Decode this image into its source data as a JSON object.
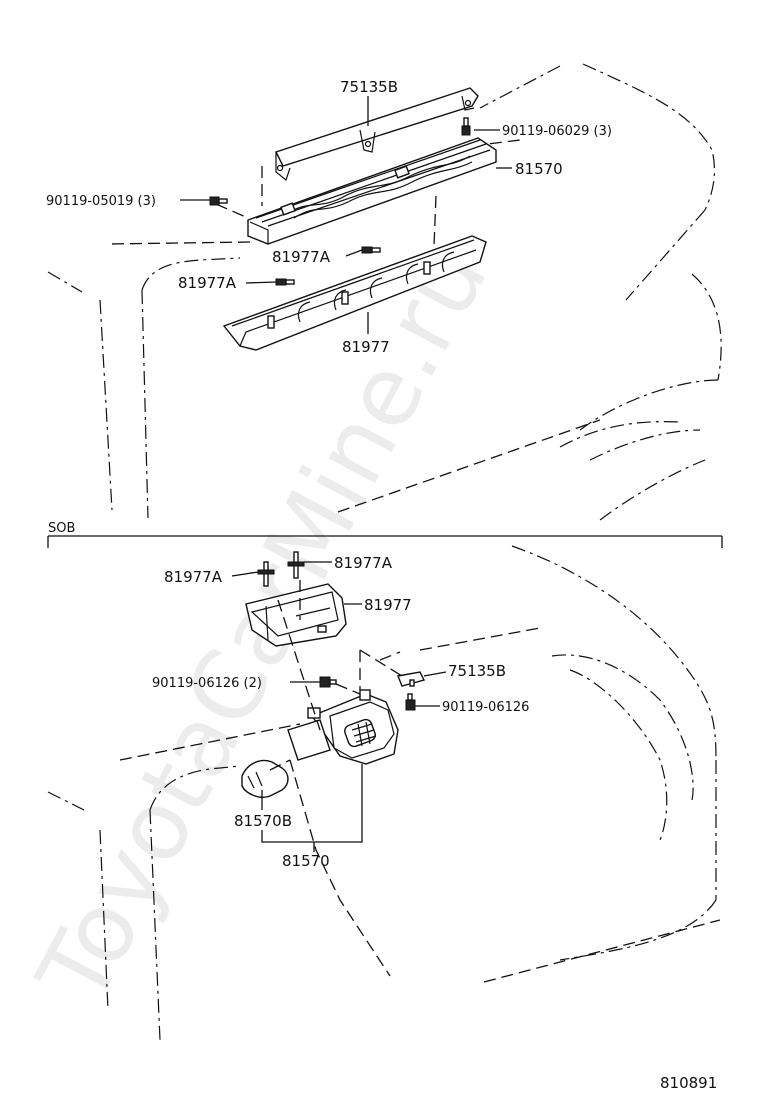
{
  "section_top": {
    "labels": {
      "bracket_top": "75135B",
      "screw_right": "90119-06029 (3)",
      "lamp_assy": "81570",
      "screw_left": "90119-05019 (3)",
      "clip_upper": "81977A",
      "clip_lower": "81977A",
      "cover": "81977"
    }
  },
  "section_bottom": {
    "header": "SOB",
    "labels": {
      "clip_left": "81977A",
      "clip_right": "81977A",
      "cover": "81977",
      "bracket": "75135B",
      "screw_left": "90119-06126 (2)",
      "screw_right": "90119-06126",
      "bulb": "81570B",
      "lamp_assy": "81570"
    }
  },
  "watermark": "ToyotaCarMine.ru",
  "illustration_number": "810891"
}
